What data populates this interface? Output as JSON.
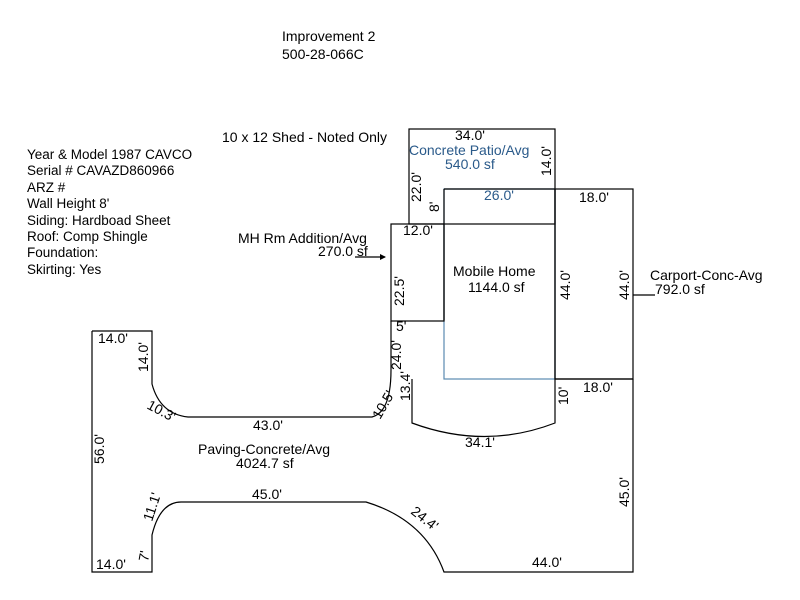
{
  "header": {
    "title": "Improvement 2",
    "parcel": "500-28-066C"
  },
  "info": [
    "Year & Model 1987 CAVCO",
    "Serial # CAVAZD860966",
    "ARZ #",
    "Wall Height 8'",
    "Siding: Hardboad Sheet",
    "Roof: Comp Shingle",
    "Foundation:",
    "Skirting: Yes"
  ],
  "shed_note": "10 x 12 Shed - Noted Only",
  "areas": {
    "patio": {
      "name": "Concrete Patio/Avg",
      "area": "540.0 sf"
    },
    "addition": {
      "name": "MH Rm Addition/Avg",
      "area": "270.0 sf"
    },
    "home": {
      "name": "Mobile Home",
      "area": "1144.0 sf"
    },
    "carport": {
      "name": "Carport-Conc-Avg",
      "area": "792.0 sf"
    },
    "paving": {
      "name": "Paving-Concrete/Avg",
      "area": "4024.7 sf"
    }
  },
  "dims": {
    "patio_top": "34.0'",
    "patio_side": "14.0'",
    "patio_left": "22.0'",
    "patio_8": "8'",
    "home_top": "26.0'",
    "carport_top": "18.0'",
    "carport_bottom": "18.0'",
    "home_side": "44.0'",
    "carport_side": "44.0'",
    "addition_top": "12.0'",
    "addition_side": "22.5'",
    "addition_5": "5'",
    "paving_24": "24.0'",
    "paving_134": "13.4'",
    "paving_105": "10.5'",
    "paving_10": "10'",
    "paving_341": "34.1'",
    "paving_tl_top": "14.0'",
    "paving_tl_side": "14.0'",
    "paving_103": "10.3'",
    "paving_43": "43.0'",
    "paving_56": "56.0'",
    "paving_111": "11.1'",
    "paving_45": "45.0'",
    "paving_244": "24.4'",
    "paving_7": "7'",
    "paving_bl": "14.0'",
    "paving_bottom": "44.0'",
    "paving_right": "45.0'"
  },
  "colors": {
    "line": "#000000",
    "patio_line": "#5a8ab0",
    "patio_text": "#2a5a8a"
  }
}
